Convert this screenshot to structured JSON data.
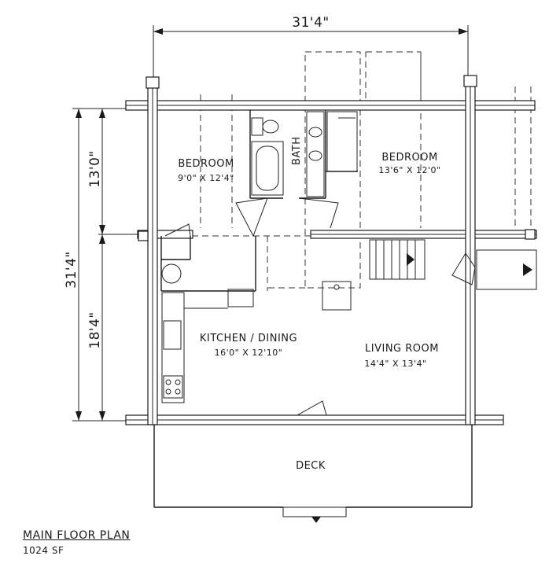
{
  "overall_width": "31'4\"",
  "overall_depth": "31'4\"",
  "dim_rear": "13'0\"",
  "dim_front": "18'4\"",
  "rooms": {
    "bedroom1": {
      "name": "BEDROOM",
      "size": "9'0\" X 12'4\""
    },
    "bedroom2": {
      "name": "BEDROOM",
      "size": "13'6\" X 12'0\""
    },
    "bath": {
      "name": "BATH"
    },
    "kitchen": {
      "name": "KITCHEN / DINING",
      "size": "16'0\" X 12'10\""
    },
    "living": {
      "name": "LIVING ROOM",
      "size": "14'4\" X 13'4\""
    },
    "deck": {
      "name": "DECK"
    }
  },
  "caption": {
    "title": "MAIN FLOOR PLAN",
    "area": "1024 SF"
  }
}
